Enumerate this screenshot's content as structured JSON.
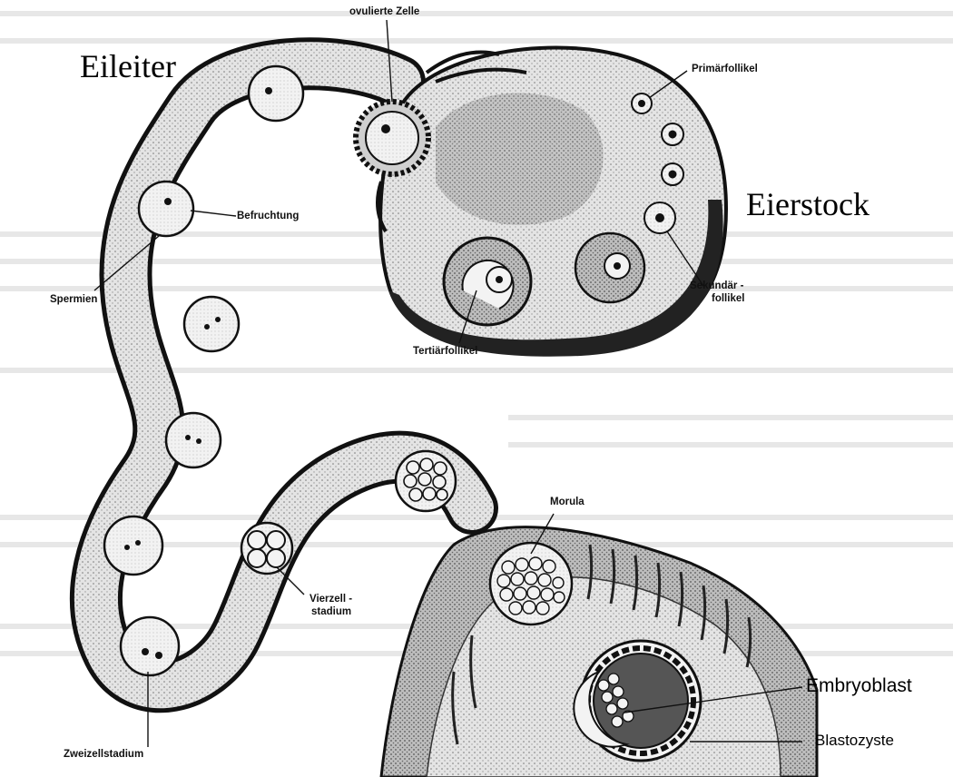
{
  "labels": {
    "ovulierte_zelle": "ovulierte Zelle",
    "eileiter": "Eileiter",
    "primaerfollikel": "Primärfollikel",
    "eierstock": "Eierstock",
    "befruchtung": "Befruchtung",
    "spermien": "Spermien",
    "sekundaer_1": "Sekundär -",
    "sekundaer_2": "follikel",
    "tertiaerfollikel": "Tertiärfollikel",
    "morula": "Morula",
    "vierzell_1": "Vierzell -",
    "vierzell_2": "stadium",
    "embryoblast": "Embryoblast",
    "blastozyste": "Blastozyste",
    "zweizellstadium": "Zweizellstadium"
  },
  "colors": {
    "ink": "#111111",
    "stipple": "#9a9a9a",
    "tube_fill": "#e7e7e7",
    "ovary_fill": "#d4d4d4",
    "uterus_fill": "#c9c9c9",
    "cell_fill": "#f3f3f3"
  }
}
